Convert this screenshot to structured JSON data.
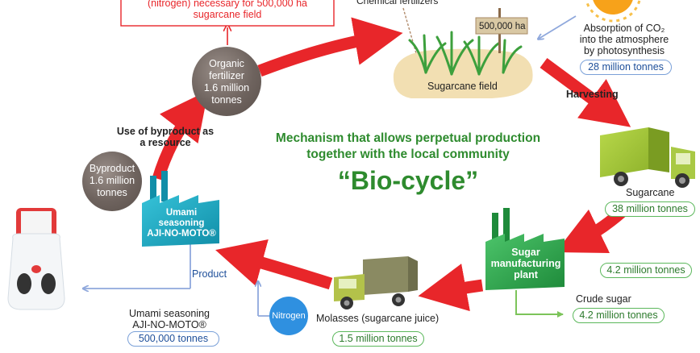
{
  "title": {
    "line1": "Mechanism that allows perpetual production",
    "line2": "together with the local community",
    "name": "“Bio-cycle”"
  },
  "top_box": {
    "line1": "(nitrogen) necessary for 500,000 ha",
    "line2": "sugarcane field"
  },
  "chemical_fertilizers": "Chemical fertilizers",
  "field": {
    "sign": "500,000 ha",
    "label": "Sugarcane field"
  },
  "absorption": {
    "line1": "Absorption of CO₂",
    "line2": "into  the atmosphere",
    "line3": "by photosynthesis",
    "amount": "28 million tonnes"
  },
  "harvesting": "Harvesting",
  "sugarcane": {
    "label": "Sugarcane",
    "amount": "38 million tonnes"
  },
  "plant": {
    "line1": "Sugar",
    "line2": "manufacturing",
    "line3": "plant"
  },
  "plant_output": "4.2 million tonnes",
  "crude_sugar": {
    "label": "Crude sugar",
    "amount": "4.2 million tonnes"
  },
  "molasses": {
    "label": "Molasses (sugarcane juice)",
    "amount": "1.5 million tonnes"
  },
  "nitrogen": "Nitrogen",
  "factory": {
    "line1": "Umami",
    "line2": "seasoning",
    "line3": "AJI-NO-MOTO®"
  },
  "product_label": "Product",
  "product": {
    "line1": "Umami seasoning",
    "line2": "AJI-NO-MOTO®",
    "amount": "500,000 tonnes"
  },
  "byproduct": {
    "line1": "Byproduct",
    "line2": "1.6 million",
    "line3": "tonnes"
  },
  "use_byproduct": {
    "line1": "Use of byproduct as",
    "line2": "a resource"
  },
  "fertilizer": {
    "line1": "Organic",
    "line2": "fertilizer",
    "line3": "1.6 million",
    "line4": "tonnes"
  },
  "colors": {
    "cycle_arrow": "#e8262a",
    "title_green": "#2e8b2e",
    "blue_arrow": "#8fa8dc",
    "green_line": "#7cc45a"
  }
}
